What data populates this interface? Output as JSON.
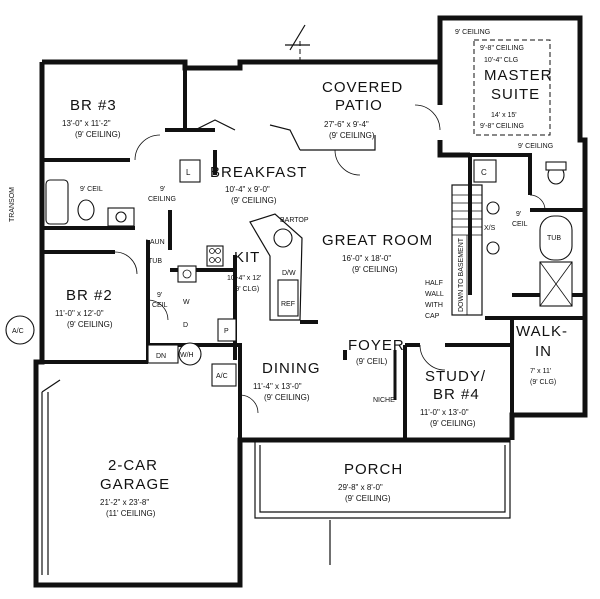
{
  "rooms": {
    "br3": {
      "name": "BR #3",
      "dims": "13'-0\" x 11'-2\"",
      "ceiling": "(9' CEILING)"
    },
    "covered_patio": {
      "name_line1": "COVERED",
      "name_line2": "PATIO",
      "dims": "27'-6\" x 9'-4\"",
      "ceiling": "(9' CEILING)"
    },
    "master": {
      "ceiling_top": "9' CEILING",
      "ceiling_label_1": "9'-8\" CEILING",
      "ceiling_label_2": "10'-4\" CLG",
      "name_line1": "MASTER",
      "name_line2": "SUITE",
      "dims": "14' x 15'",
      "ceiling_label_3": "9'-8\" CEILING",
      "bath_ceiling": "9' CEILING"
    },
    "breakfast": {
      "name": "BREAKFAST",
      "dims": "10'-4\" x 9'-0\"",
      "ceiling": "(9' CEILING)"
    },
    "bath_left": {
      "ceiling": "9' CEIL",
      "ceiling_hall_1": "9'",
      "ceiling_hall_2": "CEILING",
      "transom": "TRANSOM"
    },
    "kit": {
      "name": "KIT",
      "dims": "10'-4\" x 12'",
      "ceiling": "(9' CLG)",
      "bartop": "BARTOP",
      "dw": "D/W",
      "ref": "REF",
      "laun": "LAUN",
      "tub": "TUB"
    },
    "great_room": {
      "name": "GREAT ROOM",
      "dims": "16'-0\" x 18'-0\"",
      "ceiling": "(9' CEILING)"
    },
    "br2": {
      "name": "BR #2",
      "dims": "11'-0\" x 12'-0\"",
      "ceiling": "(9' CEILING)"
    },
    "laundry": {
      "ceiling_1": "9'",
      "ceiling_2": "CEIL",
      "wd": "W",
      "d": "D",
      "p": "P",
      "wh": "W/H",
      "dn": "DN"
    },
    "master_bath": {
      "c": "C",
      "ceil_1": "9'",
      "ceil_2": "CEIL",
      "xs": "X/S",
      "tub": "TUB"
    },
    "stairs": {
      "label": "DOWN TO BASEMENT",
      "half_wall_1": "HALF",
      "half_wall_2": "WALL",
      "half_wall_3": "WITH",
      "half_wall_4": "CAP"
    },
    "walkin": {
      "name_line1": "WALK-",
      "name_line2": "IN",
      "dims": "7' x 11'",
      "ceiling": "(9' CLG)"
    },
    "foyer": {
      "name": "FOYER",
      "ceiling": "(9' CEIL)",
      "niche": "NICHE"
    },
    "dining": {
      "name": "DINING",
      "dims": "11'-4\" x 13'-0\"",
      "ceiling": "(9' CEILING)"
    },
    "study": {
      "name_line1": "STUDY/",
      "name_line2": "BR #4",
      "dims": "11'-0\" x 13'-0\"",
      "ceiling": "(9' CEILING)"
    },
    "garage": {
      "name_line1": "2-CAR",
      "name_line2": "GARAGE",
      "dims": "21'-2\" x 23'-8\"",
      "ceiling": "(11' CEILING)"
    },
    "porch": {
      "name": "PORCH",
      "dims": "29'-8\" x 8'-0\"",
      "ceiling": "(9' CEILING)"
    }
  },
  "equipment": {
    "ac_outside": "A/C",
    "ac_inside": "A/C",
    "l_box": "L"
  }
}
